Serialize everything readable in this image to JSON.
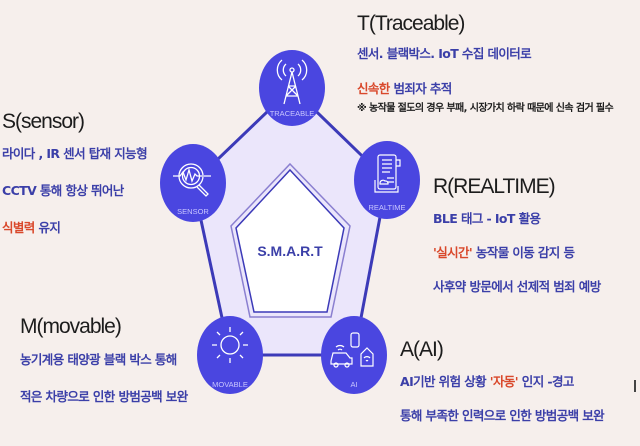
{
  "colors": {
    "background": "#f6efec",
    "circle": "#4a46e0",
    "pentagon_fill": "#ebe6fb",
    "pentagon_line": "#3c3ab8",
    "text_blue": "#3b3fa8",
    "text_highlight": "#d9482b",
    "title_text": "#1c1c1c"
  },
  "center": {
    "label": "S.M.A.R.T"
  },
  "nodes": [
    {
      "id": "traceable",
      "icon": "radio-tower-icon",
      "label": "TRACEABLE"
    },
    {
      "id": "sensor",
      "icon": "magnifier-signal-icon",
      "label": "SENSOR"
    },
    {
      "id": "realtime",
      "icon": "document-cloud-icon",
      "label": "REALTIME"
    },
    {
      "id": "movable",
      "icon": "sun-icon",
      "label": "MOVABLE"
    },
    {
      "id": "ai",
      "icon": "smart-car-home-icon",
      "label": "AI"
    }
  ],
  "sections": {
    "traceable": {
      "title": "T(Traceable)",
      "line1": "센서. 블랙박스. IoT 수집 데이터로",
      "line2_highlight": "신속한",
      "line2_rest": " 범죄자 추적",
      "note": "※ 농작물 절도의 경우 부패, 시장가치 하락 때문에 신속 검거 필수"
    },
    "sensor": {
      "title": "S(sensor)",
      "line1": "라이다 , IR 센서 탑재 지능형",
      "line2": "CCTV 통해 항상 뛰어난",
      "line3_highlight": "식별력",
      "line3_rest": " 유지"
    },
    "realtime": {
      "title": "R(REALTIME)",
      "line1": "BLE 태그 - IoT 활용",
      "line2_highlight": "'실시간'",
      "line2_rest": " 농작물  이동  감지 등",
      "line3": "사후약 방문에서 선제적 범죄 예방"
    },
    "movable": {
      "title": "M(movable)",
      "line1": "농기계용 태양광 블랙 박스 통해",
      "line2": "적은 차량으로 인한 방범공백 보완"
    },
    "ai": {
      "title": "A(AI)",
      "line1_pre": "AI기반 위험 상황 ",
      "line1_highlight": "'자동'",
      "line1_post": " 인지 -경고",
      "line2": "통해 부족한 인력으로 인한 방범공백 보완"
    }
  }
}
